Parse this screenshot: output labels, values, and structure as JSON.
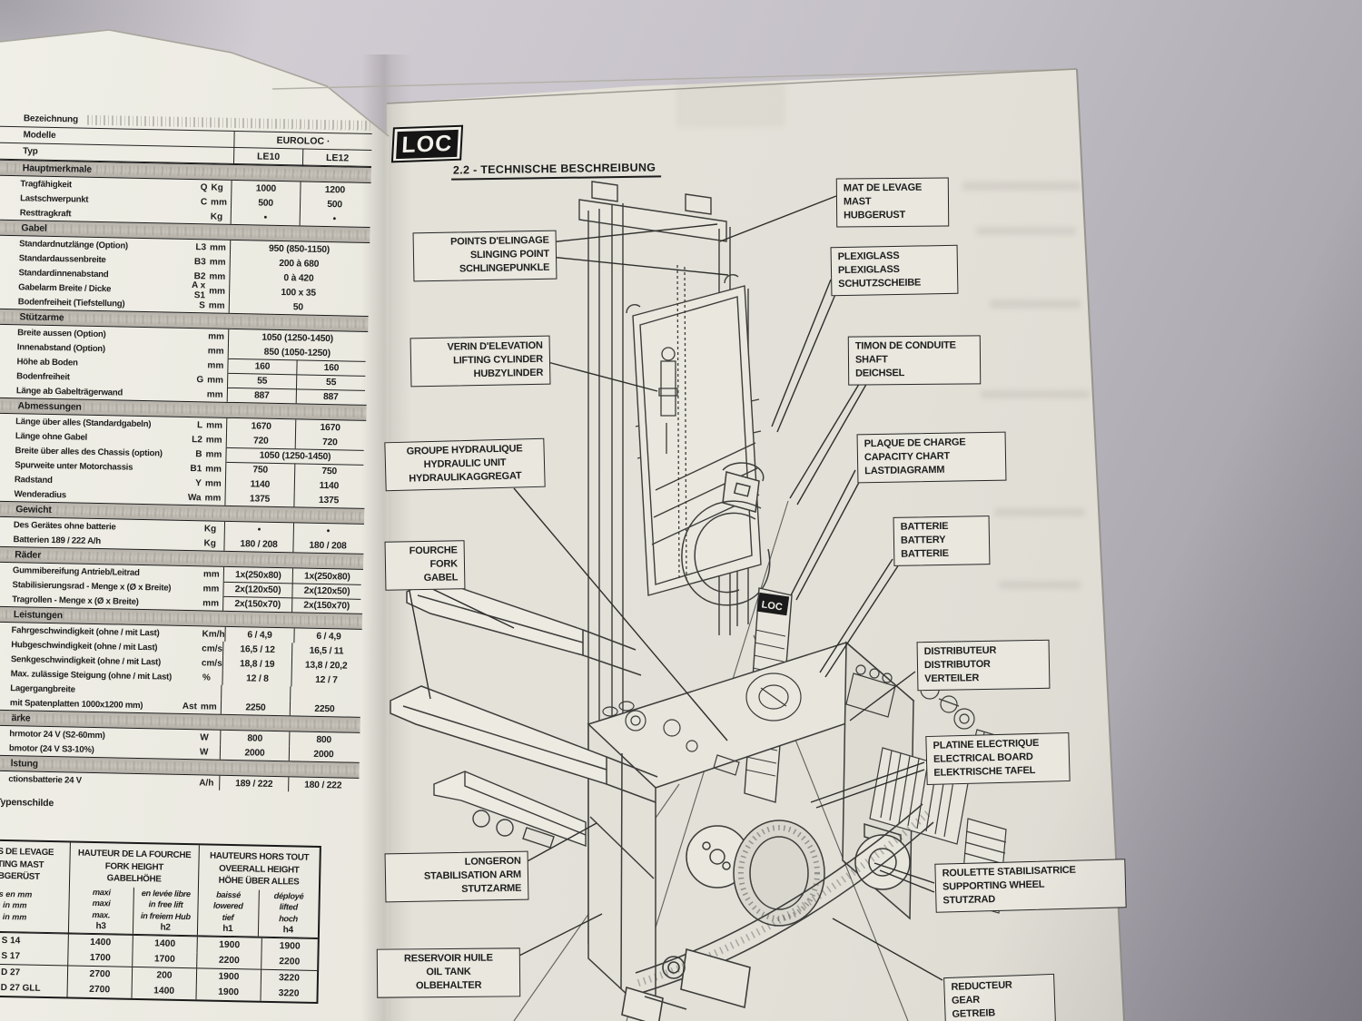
{
  "page_header": {
    "logo": "LOC",
    "section_title": "2.2 - TECHNISCHE BESCHREIBUNG"
  },
  "spec_table": {
    "header": {
      "bezeichnung": "Bezeichnung",
      "modelle_label": "Modelle",
      "brand": "EUROLOC ·",
      "typ_label": "Typ",
      "models": [
        "LE10",
        "LE12"
      ]
    },
    "sections": [
      {
        "title": "Hauptmerkmale",
        "rows": [
          {
            "label": "Tragfähigkeit",
            "sym": "Q",
            "unit": "Kg",
            "le10": "1000",
            "le12": "1200"
          },
          {
            "label": "Lastschwerpunkt",
            "sym": "C",
            "unit": "mm",
            "le10": "500",
            "le12": "500"
          },
          {
            "label": "Resttragkraft",
            "sym": "",
            "unit": "Kg",
            "le10": "•",
            "le12": "•"
          }
        ]
      },
      {
        "title": "Gabel",
        "rows": [
          {
            "label": "Standardnutzlänge (Option)",
            "sym": "L3",
            "unit": "mm",
            "span": "950 (850-1150)"
          },
          {
            "label": "Standardaussenbreite",
            "sym": "B3",
            "unit": "mm",
            "span": "200 à 680"
          },
          {
            "label": "Standardinnenabstand",
            "sym": "B2",
            "unit": "mm",
            "span": "0 à 420"
          },
          {
            "label": "Gabelarm Breite / Dicke",
            "sym": "A x S1",
            "unit": "mm",
            "span": "100 x 35"
          },
          {
            "label": "Bodenfreiheit (Tiefstellung)",
            "sym": "S",
            "unit": "mm",
            "span": "50"
          }
        ]
      },
      {
        "title": "Stützarme",
        "rows": [
          {
            "label": "Breite aussen (Option)",
            "sym": "",
            "unit": "mm",
            "span": "1050 (1250-1450)"
          },
          {
            "label": "Innenabstand (Option)",
            "sym": "",
            "unit": "mm",
            "span": "850 (1050-1250)"
          },
          {
            "label": "Höhe ab Boden",
            "sym": "",
            "unit": "mm",
            "le10": "160",
            "le12": "160",
            "hline": true
          },
          {
            "label": "Bodenfreiheit",
            "sym": "G",
            "unit": "mm",
            "le10": "55",
            "le12": "55",
            "hline": true
          },
          {
            "label": "Länge ab Gabelträgerwand",
            "sym": "",
            "unit": "mm",
            "le10": "887",
            "le12": "887",
            "hline": true
          }
        ]
      },
      {
        "title": "Abmessungen",
        "rows": [
          {
            "label": "Länge über alles (Standardgabeln)",
            "sym": "L",
            "unit": "mm",
            "le10": "1670",
            "le12": "1670"
          },
          {
            "label": "Länge ohne Gabel",
            "sym": "L2",
            "unit": "mm",
            "le10": "720",
            "le12": "720"
          },
          {
            "label": "Breite über alles des Chassis (option)",
            "sym": "B",
            "unit": "mm",
            "span": "1050 (1250-1450)",
            "hline": true
          },
          {
            "label": "Spurweite unter Motorchassis",
            "sym": "B1",
            "unit": "mm",
            "le10": "750",
            "le12": "750",
            "hline": true
          },
          {
            "label": "Radstand",
            "sym": "Y",
            "unit": "mm",
            "le10": "1140",
            "le12": "1140"
          },
          {
            "label": "Wenderadius",
            "sym": "Wa",
            "unit": "mm",
            "le10": "1375",
            "le12": "1375"
          }
        ]
      },
      {
        "title": "Gewicht",
        "rows": [
          {
            "label": "Des Gerätes ohne batterie",
            "sym": "",
            "unit": "Kg",
            "le10": "•",
            "le12": "•"
          },
          {
            "label": "Batterien 189 / 222 A/h",
            "sym": "",
            "unit": "Kg",
            "le10": "180 / 208",
            "le12": "180 / 208"
          }
        ]
      },
      {
        "title": "Räder",
        "rows": [
          {
            "label": "Gummibereifung Antrieb/Leitrad",
            "sym": "",
            "unit": "mm",
            "le10": "1x(250x80)",
            "le12": "1x(250x80)"
          },
          {
            "label": "Stabilisierungsrad - Menge x (Ø x Breite)",
            "sym": "",
            "unit": "mm",
            "le10": "2x(120x50)",
            "le12": "2x(120x50)",
            "hline": true
          },
          {
            "label": "Tragrollen - Menge x (Ø x Breite)",
            "sym": "",
            "unit": "mm",
            "le10": "2x(150x70)",
            "le12": "2x(150x70)",
            "hline": true
          }
        ]
      },
      {
        "title": "Leistungen",
        "rows": [
          {
            "label": "Fahrgeschwindigkeit (ohne / mit Last)",
            "sym": "",
            "unit": "Km/h",
            "le10": "6 / 4,9",
            "le12": "6 / 4,9"
          },
          {
            "label": "Hubgeschwindigkeit (ohne / mit Last)",
            "sym": "",
            "unit": "cm/s",
            "le10": "16,5 / 12",
            "le12": "16,5 / 11"
          },
          {
            "label": "Senkgeschwindigkeit (ohne / mit Last)",
            "sym": "",
            "unit": "cm/s",
            "le10": "18,8 / 19",
            "le12": "13,8 / 20,2"
          },
          {
            "label": "Max. zulässige Steigung (ohne / mit Last)",
            "sym": "",
            "unit": "%",
            "le10": "12 / 8",
            "le12": "12 / 7"
          },
          {
            "label": "Lagergangbreite",
            "sym": "",
            "unit": "",
            "le10": "",
            "le12": ""
          },
          {
            "label": "mit Spatenplatten 1000x1200 mm)",
            "sym": "Ast",
            "unit": "mm",
            "le10": "2250",
            "le12": "2250"
          }
        ]
      },
      {
        "title": "ärke",
        "rows": [
          {
            "label": "hrmotor 24 V (S2-60mm)",
            "sym": "",
            "unit": "W",
            "le10": "800",
            "le12": "800"
          },
          {
            "label": "bmotor (24 V S3-10%)",
            "sym": "",
            "unit": "W",
            "le10": "2000",
            "le12": "2000"
          }
        ]
      },
      {
        "title": "lstung",
        "rows": [
          {
            "label": "ctionsbatterie 24 V",
            "sym": "",
            "unit": "A/h",
            "le10": "189 / 222",
            "le12": "180 / 222"
          }
        ]
      }
    ],
    "footnote": "e Typenschilde"
  },
  "mast_table": {
    "col1_title": [
      "TS DE LEVAGE",
      "FTING MAST",
      "UBGERÜST"
    ],
    "col1_sub": [
      "tes en mm",
      "es in mm",
      "ss in mm"
    ],
    "col2_title": [
      "HAUTEUR DE LA FOURCHE",
      "FORK HEIGHT",
      "GABELHÖHE"
    ],
    "col2_cols": [
      [
        "maxi",
        "maxi",
        "max.",
        "h3"
      ],
      [
        "en levée libre",
        "in free lift",
        "in freiem Hub",
        "h2"
      ]
    ],
    "col3_title": [
      "HAUTEURS HORS TOUT",
      "OVEERALL HEIGHT",
      "HÖHE ÜBER ALLES"
    ],
    "col3_cols": [
      [
        "baissé",
        "lowered",
        "tief",
        "h1"
      ],
      [
        "déployé",
        "lifted",
        "hoch",
        "h4"
      ]
    ],
    "groups": [
      [
        {
          "model": "S 14",
          "values": [
            "1400",
            "1400",
            "1900",
            "1900"
          ]
        },
        {
          "model": "S 17",
          "values": [
            "1700",
            "1700",
            "2200",
            "2200"
          ]
        }
      ],
      [
        {
          "model": "D 27",
          "values": [
            "2700",
            "200",
            "1900",
            "3220"
          ]
        },
        {
          "model": "D 27 GLL",
          "values": [
            "2700",
            "1400",
            "1900",
            "3220"
          ]
        }
      ]
    ]
  },
  "diagram": {
    "sticker_label": "LOC",
    "labels": {
      "points": [
        "POINTS D'ELINGAGE",
        "SLINGING POINT",
        "SCHLINGEPUNKLE"
      ],
      "mast": [
        "MAT DE LEVAGE",
        "MAST",
        "HUBGERUST"
      ],
      "plexi": [
        "PLEXIGLASS",
        "PLEXIGLASS",
        "SCHUTZSCHEIBE"
      ],
      "verin": [
        "VERIN D'ELEVATION",
        "LIFTING CYLINDER",
        "HUBZYLINDER"
      ],
      "timon": [
        "TIMON DE CONDUITE",
        "SHAFT",
        "DEICHSEL"
      ],
      "groupe": [
        "GROUPE HYDRAULIQUE",
        "HYDRAULIC UNIT",
        "HYDRAULIKAGGREGAT"
      ],
      "plaque": [
        "PLAQUE DE CHARGE",
        "CAPACITY CHART",
        "LASTDIAGRAMM"
      ],
      "batterie": [
        "BATTERIE",
        "BATTERY",
        "BATTERIE"
      ],
      "fourche": [
        "FOURCHE",
        "FORK",
        "GABEL"
      ],
      "distributeur": [
        "DISTRIBUTEUR",
        "DISTRIBUTOR",
        "VERTEILER"
      ],
      "platine": [
        "PLATINE ELECTRIQUE",
        "ELECTRICAL BOARD",
        "ELEKTRISCHE TAFEL"
      ],
      "longeron": [
        "LONGERON",
        "STABILISATION ARM",
        "STUTZARME"
      ],
      "roulette": [
        "ROULETTE STABILISATRICE",
        "SUPPORTING WHEEL",
        "STUTZRAD"
      ],
      "reservoir": [
        "RESERVOIR HUILE",
        "OIL TANK",
        "OLBEHALTER"
      ],
      "reducteur": [
        "REDUCTEUR",
        "GEAR",
        "GETREIB"
      ]
    }
  }
}
